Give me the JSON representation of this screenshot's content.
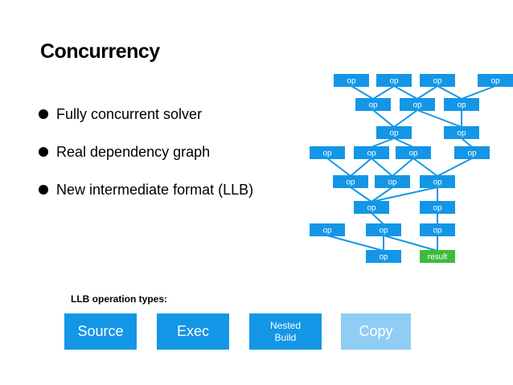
{
  "title": "Concurrency",
  "bullets": [
    "Fully concurrent solver",
    "Real dependency graph",
    "New intermediate format (LLB)"
  ],
  "graph": {
    "op_label": "op",
    "result_label": "result",
    "node_color": "#1496e6",
    "result_color": "#3dbb3d"
  },
  "llb": {
    "label": "LLB operation types:",
    "types": [
      "Source",
      "Exec",
      "Nested\nBuild",
      "Copy"
    ],
    "box_color": "#1496e6",
    "faded_color": "#8fcdf5"
  }
}
